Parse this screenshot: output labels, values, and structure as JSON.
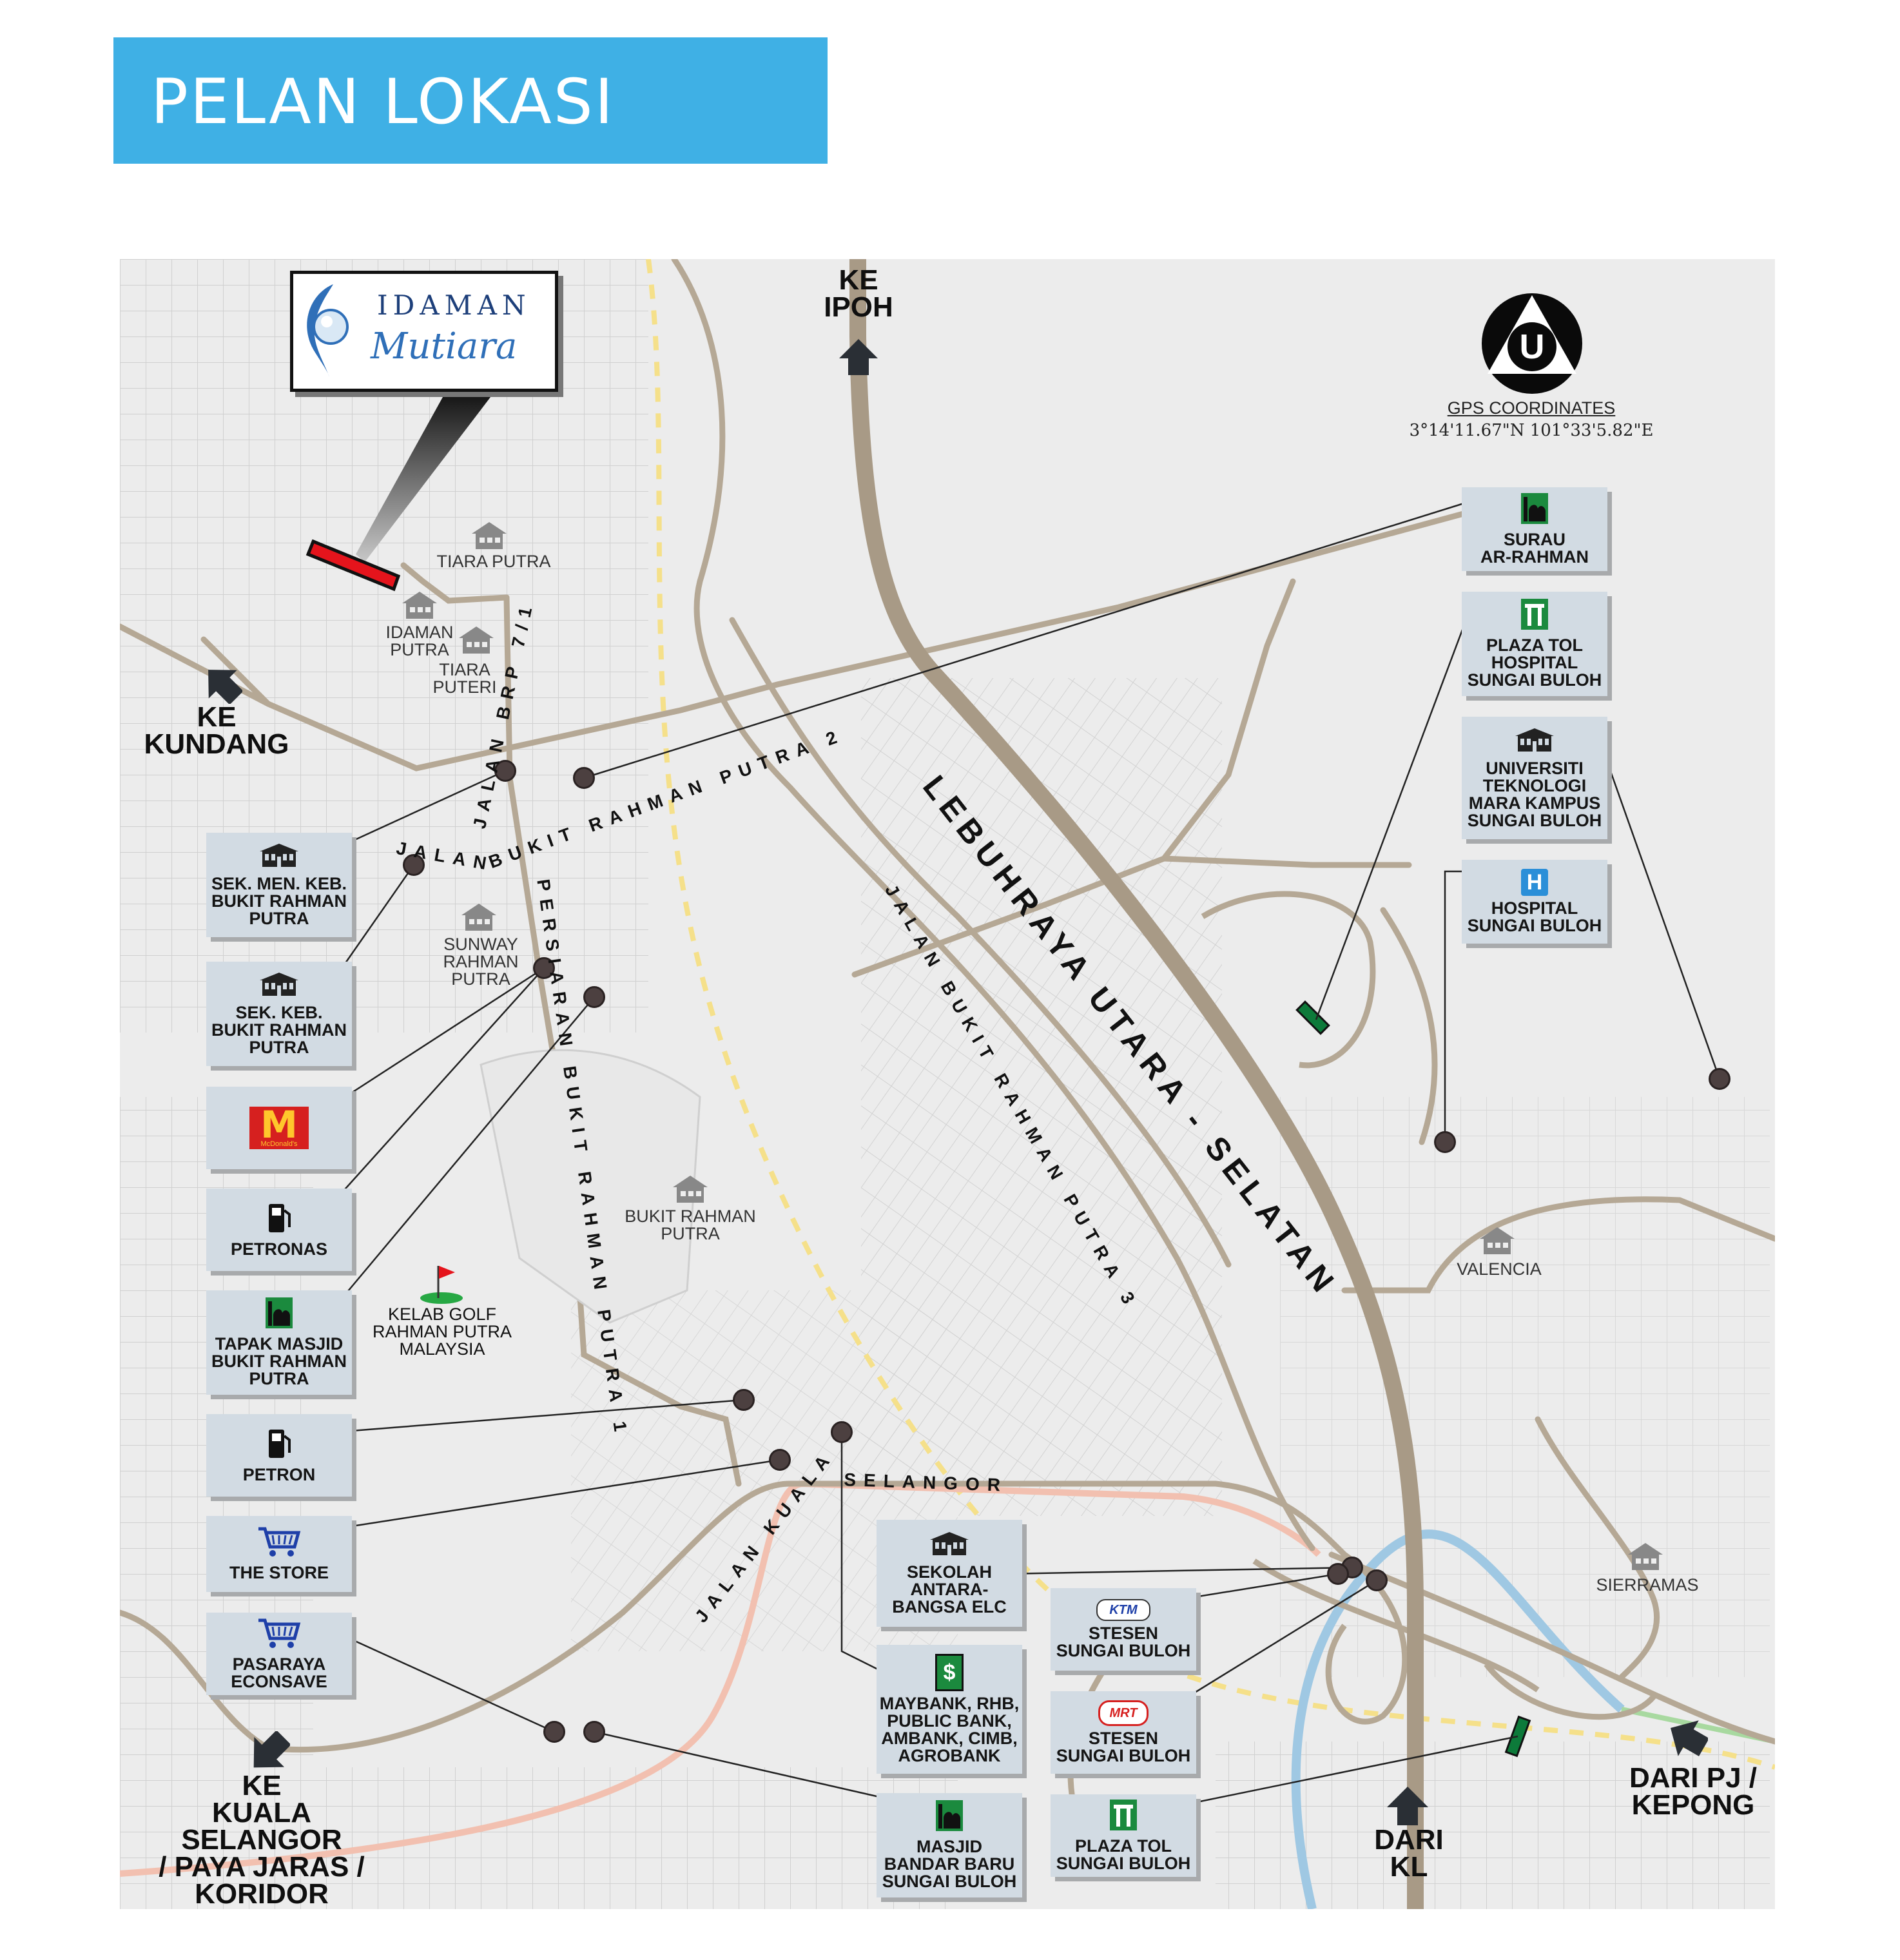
{
  "header": {
    "title": "PELAN LOKASI"
  },
  "logo": {
    "line1": "IDAMAN",
    "line2": "Mutiara"
  },
  "compass": {
    "letter": "U"
  },
  "gps": {
    "label": "GPS COORDINATES",
    "value": "3°14'11.67\"N  101°33'5.82\"E"
  },
  "directions": {
    "ke_ipoh": "KE\nIPOH",
    "ke_kundang": "KE\nKUNDANG",
    "ke_kuala_selangor": "KE\nKUALA SELANGOR\n/ PAYA JARAS /\nKORIDOR\nGUTHRIE",
    "dari_kl": "DARI\nKL",
    "dari_pj": "DARI PJ /\nKEPONG"
  },
  "roads": {
    "highway": "LEBUHRAYA UTARA - SELATAN",
    "jalan_brp": "JALAN BRP 7/1",
    "jalan_bukit_rahman_putra_2_a": "JALAN",
    "jalan_bukit_rahman_putra_2_b": "BUKIT RAHMAN PUTRA 2",
    "persiaran": "PERSIARAN BUKIT RAHMAN PUTRA 1",
    "jalan_brp3": "JALAN BUKIT RAHMAN PUTRA 3",
    "jalan_kuala": "JALAN KUALA",
    "selangor": "SELANGOR"
  },
  "areas": {
    "tiara_putra": "TIARA PUTRA",
    "idaman_putra": "IDAMAN\nPUTRA",
    "tiara_puteri": "TIARA\nPUTERI",
    "sunway": "SUNWAY\nRAHMAN\nPUTRA",
    "bukit_rahman_putra": "BUKIT RAHMAN\nPUTRA",
    "golf": "KELAB GOLF\nRAHMAN PUTRA\nMALAYSIA",
    "valencia": "VALENCIA",
    "sierramas": "SIERRAMAS"
  },
  "pois_left": [
    {
      "name": "SEK. MEN. KEB.\nBUKIT RAHMAN\nPUTRA",
      "icon": "school-icon"
    },
    {
      "name": "SEK. KEB.\nBUKIT RAHMAN\nPUTRA",
      "icon": "school-icon"
    },
    {
      "name": "",
      "icon": "mcdonalds-logo-icon",
      "logo_text": "McDonald's"
    },
    {
      "name": "PETRONAS",
      "icon": "fuel-pump-icon"
    },
    {
      "name": "TAPAK MASJID\nBUKIT RAHMAN\nPUTRA",
      "icon": "mosque-icon"
    },
    {
      "name": "PETRON",
      "icon": "fuel-pump-icon"
    },
    {
      "name": "THE STORE",
      "icon": "shopping-cart-icon"
    },
    {
      "name": "PASARAYA\nECONSAVE",
      "icon": "shopping-cart-icon"
    }
  ],
  "pois_right": [
    {
      "name": "SURAU\nAR-RAHMAN",
      "icon": "mosque-icon"
    },
    {
      "name": "PLAZA TOL\nHOSPITAL\nSUNGAI BULOH",
      "icon": "toll-plaza-icon"
    },
    {
      "name": "UNIVERSITI\nTEKNOLOGI\nMARA KAMPUS\nSUNGAI BULOH",
      "icon": "school-icon"
    },
    {
      "name": "HOSPITAL\nSUNGAI BULOH",
      "icon": "hospital-icon",
      "icon_letter": "H"
    }
  ],
  "pois_bottom": [
    {
      "name": "SEKOLAH\nANTARA-\nBANGSA ELC",
      "icon": "school-icon"
    },
    {
      "name": "MAYBANK, RHB,\nPUBLIC BANK,\nAMBANK, CIMB,\nAGROBANK",
      "icon": "bank-dollar-icon",
      "icon_letter": "$"
    },
    {
      "name": "MASJID\nBANDAR BARU\nSUNGAI BULOH",
      "icon": "mosque-icon"
    },
    {
      "name": "STESEN\nSUNGAI BULOH",
      "icon": "ktm-logo-icon",
      "logo_text": "KTM"
    },
    {
      "name": "STESEN\nSUNGAI BULOH",
      "icon": "mrt-logo-icon",
      "logo_text": "MRT"
    },
    {
      "name": "PLAZA TOL\nSUNGAI BULOH",
      "icon": "toll-plaza-icon"
    }
  ],
  "colors": {
    "header": "#3fb0e5",
    "map_bg": "#ececec",
    "road": "#b5a895",
    "highway": "#a89a86",
    "river": "#9fc8e3",
    "pink_road": "#f2c0b0",
    "poi_box": "#d2dbe3",
    "marker": "#4c4040",
    "site": "#e5141c"
  }
}
